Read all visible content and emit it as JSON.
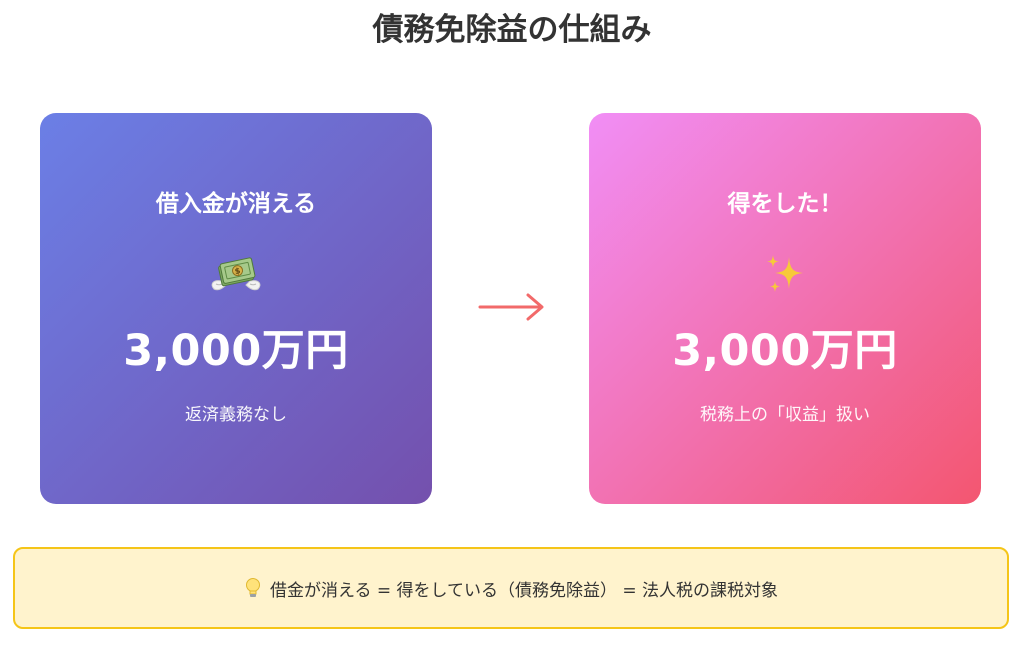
{
  "title": "債務免除益の仕組み",
  "left_card": {
    "heading": "借入金が消える",
    "icon": "money-with-wings-icon",
    "amount": "3,000万円",
    "note": "返済義務なし"
  },
  "arrow_icon": "right-arrow-icon",
  "right_card": {
    "heading": "得をした！",
    "icon": "sparkles-icon",
    "amount": "3,000万円",
    "note": "税務上の「収益」扱い"
  },
  "footer_note": {
    "icon": "light-bulb-icon",
    "text": "借金が消える = 得をしている（債務免除益） = 法人税の課税対象"
  },
  "colors": {
    "left_gradient": [
      "#6b7fe6",
      "#7450ad"
    ],
    "right_gradient": [
      "#f18ef6",
      "#f35670"
    ],
    "arrow": "#f26a6a",
    "note_background": "#fff3cd",
    "note_border": "#f5c518"
  }
}
